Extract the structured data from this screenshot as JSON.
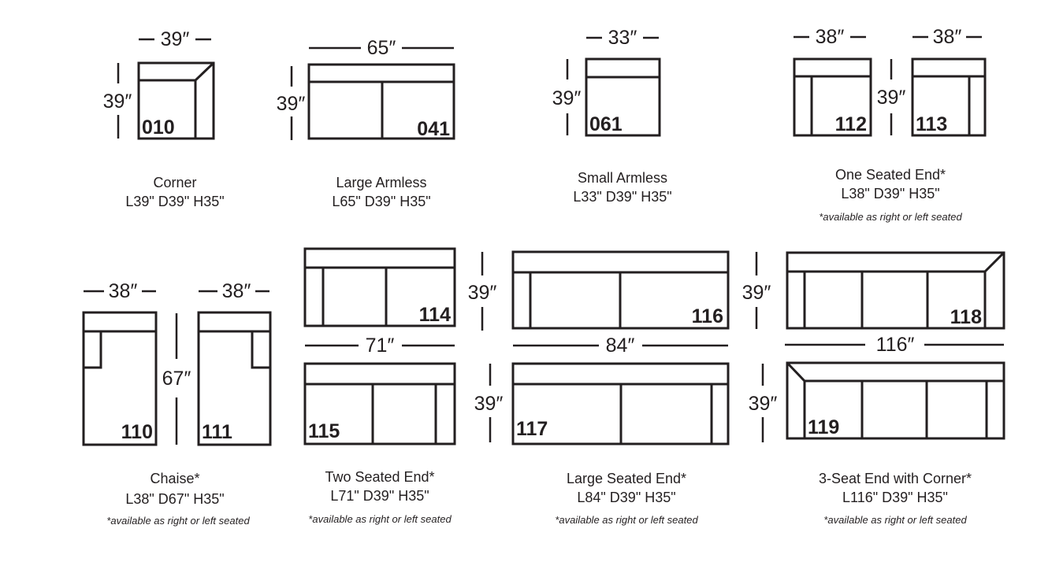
{
  "pieces": [
    {
      "code": "010",
      "name": "Corner",
      "dims": "L39\"  D39\"  H35\"",
      "width": "39″",
      "depth": "39″"
    },
    {
      "code": "041",
      "name": "Large Armless",
      "dims": "L65\"  D39\"  H35\"",
      "width": "65″",
      "depth": "39″"
    },
    {
      "code": "061",
      "name": "Small Armless",
      "dims": "L33\"  D39\"  H35\"",
      "width": "33″",
      "depth": "39″"
    },
    {
      "code": "112",
      "code2": "113",
      "name": "One Seated End*",
      "dims": "L38\"  D39\"  H35\"",
      "note": "*available as right or left seated",
      "width": "38″",
      "depth": "39″"
    },
    {
      "code": "110",
      "code2": "111",
      "name": "Chaise*",
      "dims": "L38\"  D67\"  H35\"",
      "note": "*available as right or left seated",
      "width": "38″",
      "depth": "67″"
    },
    {
      "code": "114",
      "code2": "115",
      "name": "Two Seated End*",
      "dims": "L71\"  D39\"  H35\"",
      "note": "*available as right or left seated",
      "width": "71″",
      "depth": "39″"
    },
    {
      "code": "116",
      "code2": "117",
      "name": "Large Seated End*",
      "dims": "L84\"  D39\"  H35\"",
      "note": "*available as right or left seated",
      "width": "84″",
      "depth": "39″"
    },
    {
      "code": "118",
      "code2": "119",
      "name": "3-Seat End with Corner*",
      "dims": "L116\"  D39\"  H35\"",
      "note": "*available as right or left seated",
      "width": "116″",
      "depth": "39″"
    }
  ]
}
